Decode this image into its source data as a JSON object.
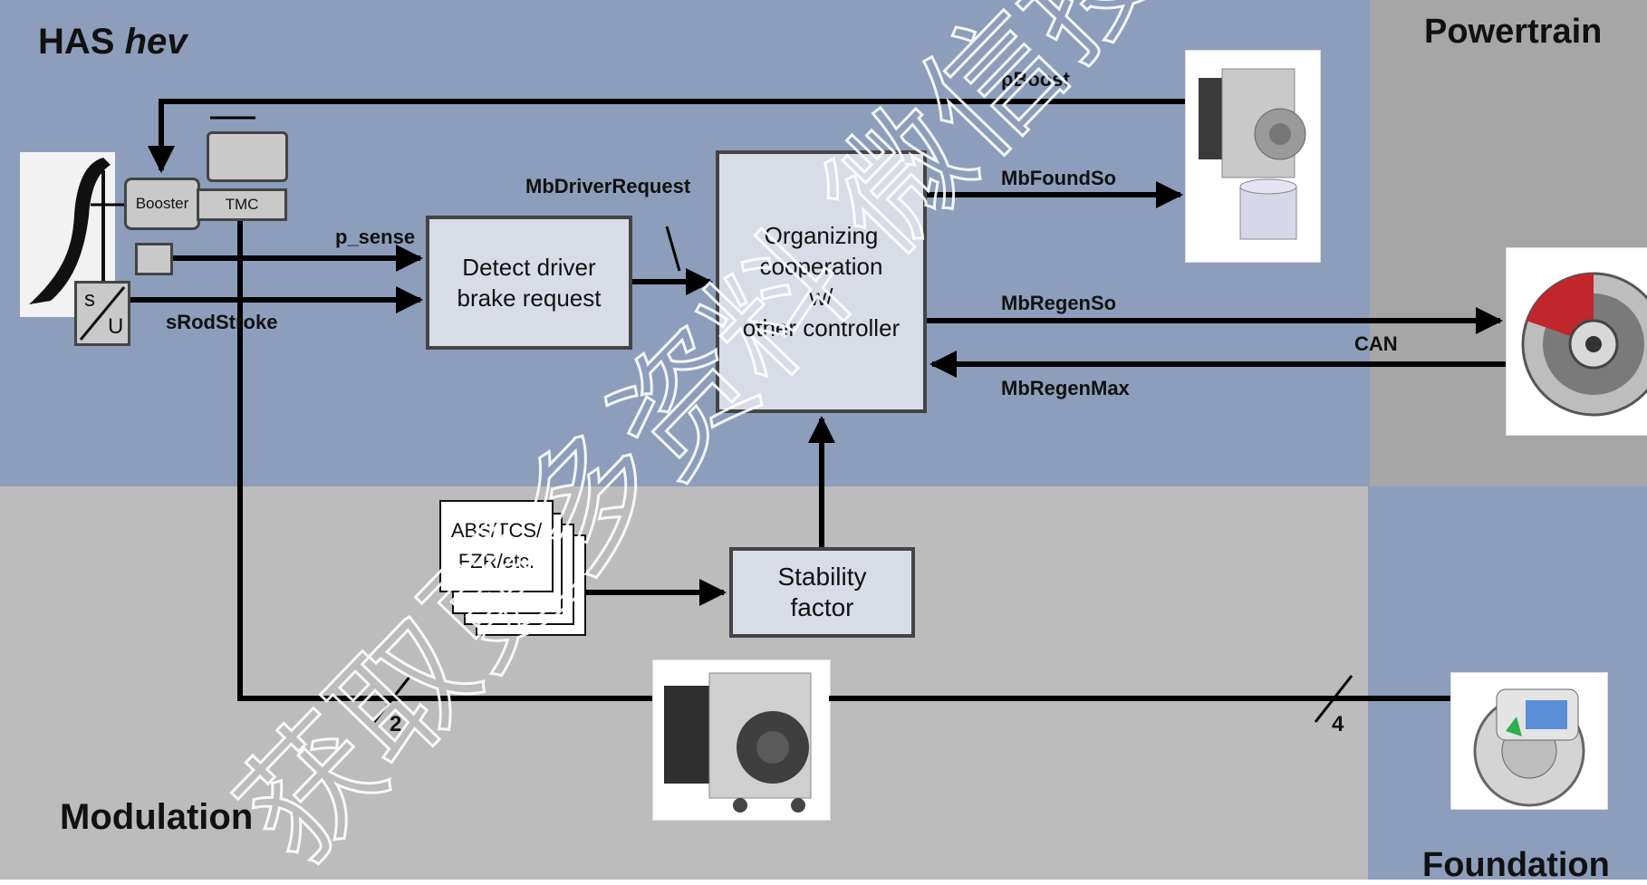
{
  "regions": {
    "has_title_main": "HAS",
    "has_title_italic": "hev",
    "powertrain": "Powertrain",
    "modulation": "Modulation",
    "foundation": "Foundation"
  },
  "blocks": {
    "detect": "Detect driver\nbrake request",
    "organizing": "Organizing\ncooperation\nw/\nother controller",
    "stability": "Stability\nfactor"
  },
  "components": {
    "booster": "Booster",
    "tmc": "TMC",
    "sensor_s": "s",
    "sensor_u": "U",
    "abs_stack": "ABS/TCS/\nFZR/etc."
  },
  "signals": {
    "pboost": "pBoost",
    "mbdriverrequest": "MbDriverRequest",
    "mbfoundso": "MbFoundSo",
    "p_sense": "p_sense",
    "srodstroke": "sRodStroke",
    "mbregenso": "MbRegenSo",
    "can": "CAN",
    "mbregenmax": "MbRegenMax",
    "bus_count_left": "2",
    "bus_count_right": "4"
  },
  "watermark": "获取更多资料 微信搜索蓝领星",
  "colors": {
    "has_zone": "#8d9ebc",
    "powertrain_zone": "#a6a6a6",
    "modulation_zone": "#bcbcbc",
    "foundation_zone": "#8d9ebc",
    "block_fill": "#d7dce7",
    "line": "#000000"
  }
}
